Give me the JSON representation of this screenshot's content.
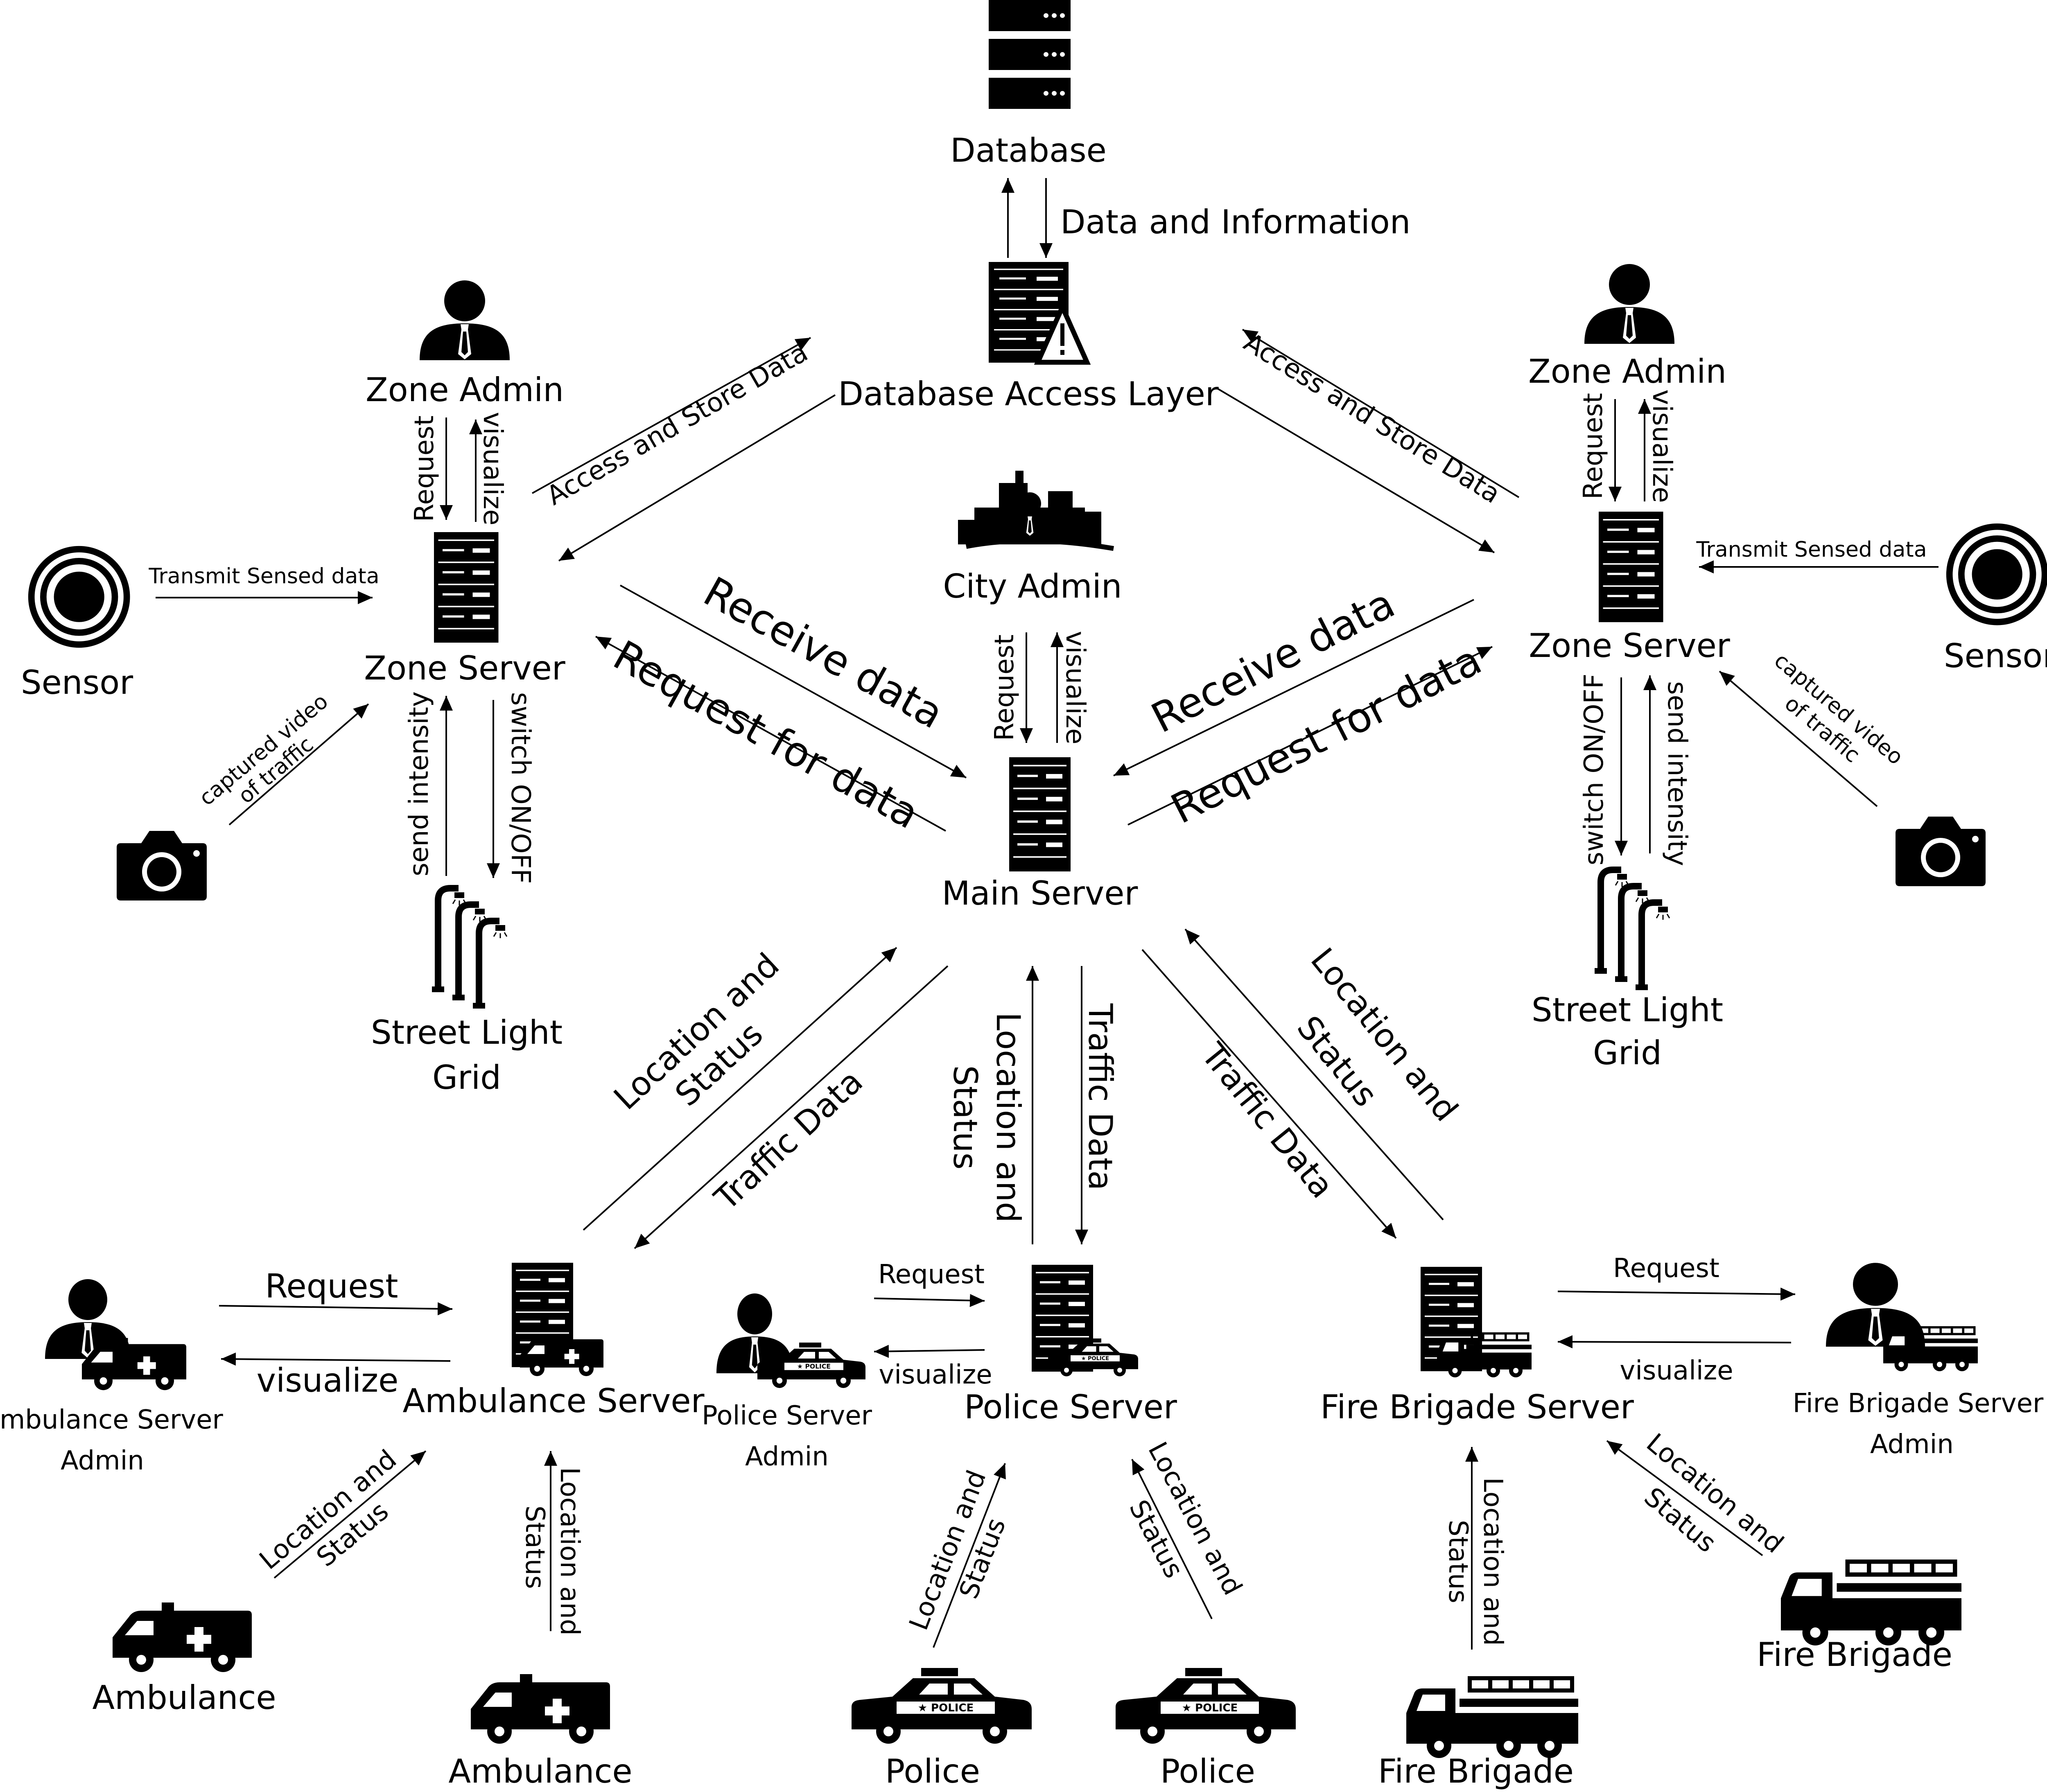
{
  "colors": {
    "ink": "#000000",
    "background": "#ffffff"
  },
  "nodes": {
    "database": {
      "label": "Database",
      "icon": "database-icon"
    },
    "database_access_layer": {
      "label": "Database Access Layer",
      "icon": "database-warning-icon"
    },
    "city_admin": {
      "label": "City Admin",
      "icon": "city-admin-icon"
    },
    "main_server": {
      "label": "Main Server",
      "icon": "server-icon"
    },
    "left_zone_admin": {
      "label": "Zone Admin",
      "icon": "admin-person-icon"
    },
    "left_zone_server": {
      "label": "Zone Server",
      "icon": "server-icon"
    },
    "left_sensor": {
      "label": "Sensor",
      "icon": "sensor-icon"
    },
    "left_camera": {
      "icon": "camera-icon"
    },
    "left_street_light": {
      "label_line1": "Street Light",
      "label_line2": "Grid",
      "icon": "street-light-icon"
    },
    "right_zone_admin": {
      "label": "Zone Admin",
      "icon": "admin-person-icon"
    },
    "right_zone_server": {
      "label": "Zone Server",
      "icon": "server-icon"
    },
    "right_sensor": {
      "label": "Sensor",
      "icon": "sensor-icon"
    },
    "right_camera": {
      "icon": "camera-icon"
    },
    "right_street_light": {
      "label_line1": "Street Light",
      "label_line2": "Grid",
      "icon": "street-light-icon"
    },
    "ambulance_server": {
      "label": "Ambulance Server",
      "icon": "ambulance-server-icon"
    },
    "ambulance_server_admin": {
      "label_line1": "Ambulance Server",
      "label_line2": "Admin",
      "icon": "ambulance-admin-icon"
    },
    "ambulance_1": {
      "label": "Ambulance",
      "icon": "ambulance-icon"
    },
    "ambulance_2": {
      "label": "Ambulance",
      "icon": "ambulance-icon"
    },
    "police_server": {
      "label": "Police Server",
      "icon": "police-server-icon"
    },
    "police_server_admin": {
      "label_line1": "Police Server",
      "label_line2": "Admin",
      "icon": "police-admin-icon"
    },
    "police_1": {
      "label": "Police",
      "icon": "police-car-icon"
    },
    "police_2": {
      "label": "Police",
      "icon": "police-car-icon"
    },
    "fire_brigade_server": {
      "label": "Fire Brigade Server",
      "icon": "fire-server-icon"
    },
    "fire_brigade_server_admin": {
      "label_line1": "Fire Brigade Server",
      "label_line2": "Admin",
      "icon": "fire-admin-icon"
    },
    "fire_brigade_1": {
      "label": "Fire Brigade",
      "icon": "fire-truck-icon"
    },
    "fire_brigade_2": {
      "label": "Fire Brigade",
      "icon": "fire-truck-icon"
    }
  },
  "edges": {
    "data_and_information": "Data and Information",
    "access_store_left": "Access and Store Data",
    "access_store_right": "Access and Store Data",
    "request_za_left": "Request",
    "visualize_za_left": "visualize",
    "request_za_right": "Request",
    "visualize_za_right": "visualize",
    "request_city": "Request",
    "visualize_city": "visualize",
    "transmit_left": "Transmit Sensed data",
    "transmit_right": "Transmit Sensed data",
    "captured_left_1": "captured video",
    "captured_left_2": "of traffic",
    "captured_right_1": "captured video",
    "captured_right_2": "of traffic",
    "send_intensity_left": "send intensity",
    "switch_left": "switch ON/OFF",
    "send_intensity_right": "send intensity",
    "switch_right": "switch ON/OFF",
    "receive_left": "Receive data",
    "request_for_left": "Request for data",
    "receive_right": "Receive data",
    "request_for_right": "Request for data",
    "loc_status_amb_main_1": "Location and",
    "loc_status_amb_main_2": "Status",
    "traffic_amb": "Traffic Data",
    "loc_status_pol_main_1": "Location and",
    "loc_status_pol_main_2": "Status",
    "traffic_pol": "Traffic Data",
    "traffic_fire": "Traffic Data",
    "loc_status_fire_main_1": "Location and",
    "loc_status_fire_main_2": "Status",
    "request_amb": "Request",
    "visualize_amb": "visualize",
    "request_pol": "Request",
    "visualize_pol": "visualize",
    "request_fire": "Request",
    "visualize_fire": "visualize",
    "loc_amb1_1": "Location and",
    "loc_amb1_2": "Status",
    "loc_amb2_1": "Location and",
    "loc_amb2_2": "Status",
    "loc_pol1_1": "Location and",
    "loc_pol1_2": "Status",
    "loc_pol2_1": "Location and",
    "loc_pol2_2": "Status",
    "loc_fire1_1": "Location and",
    "loc_fire1_2": "Status",
    "loc_fire2_1": "Location and",
    "loc_fire2_2": "Status"
  }
}
